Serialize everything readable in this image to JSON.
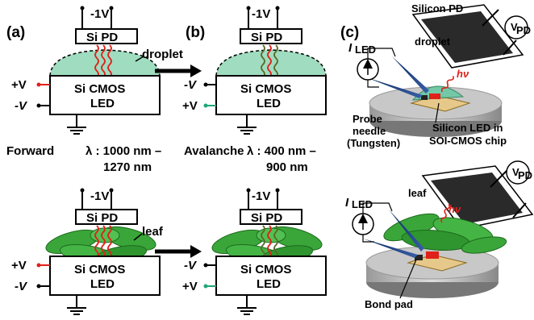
{
  "panels": {
    "a": "(a)",
    "b": "(b)",
    "c": "(c)"
  },
  "pd_label": "Si PD",
  "neg1v": "-1V",
  "led_line1": "Si CMOS",
  "led_line2": "LED",
  "plus_v": "+V",
  "minus_v": "-V",
  "droplet": "droplet",
  "leaf": "leaf",
  "forward": "Forward",
  "forward_lambda_1": "λ : 1000 nm –",
  "forward_lambda_2": "1270 nm",
  "avalanche": "Avalanche",
  "avalanche_lambda_1": "λ : 400 nm –",
  "avalanche_lambda_2": "900 nm",
  "c_silicon_pd": "Silicon PD",
  "c_iled": "I",
  "c_iled_sub": "LED",
  "c_vpd": "V",
  "c_vpd_sub": "PD",
  "c_hv": "hν",
  "c_probe_1": "Probe",
  "c_probe_2": "needle",
  "c_probe_3": "(Tungsten)",
  "c_silicon_led_1": "Silicon LED in",
  "c_silicon_led_2": "SOI-CMOS chip",
  "c_bond_pad": "Bond pad",
  "colors": {
    "red_wire": "#e0201a",
    "green_wire": "#1fa673",
    "droplet_fill": "#9fdcc0",
    "leaf_fill": "#3aa63a",
    "waveform_red": "#e0201a",
    "waveform_olive": "#5a6b2a"
  }
}
